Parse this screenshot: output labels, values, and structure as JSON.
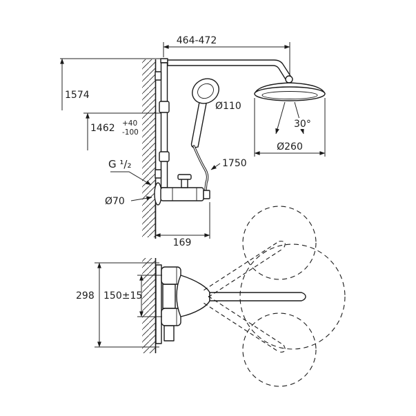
{
  "dims": {
    "top_span": "464-472",
    "height_total": "1574",
    "height_connection": "1462",
    "tol_plus": "+40",
    "tol_minus": "-100",
    "thread": "G ¹/₂",
    "hand_shower_diameter": "Ø110",
    "head_tilt_angle": "30°",
    "head_shower_diameter": "Ø260",
    "hose_length": "1750",
    "escutcheon_diameter": "Ø70",
    "spout_projection": "169",
    "valve_height": "298",
    "inlet_spacing": "150±15"
  }
}
